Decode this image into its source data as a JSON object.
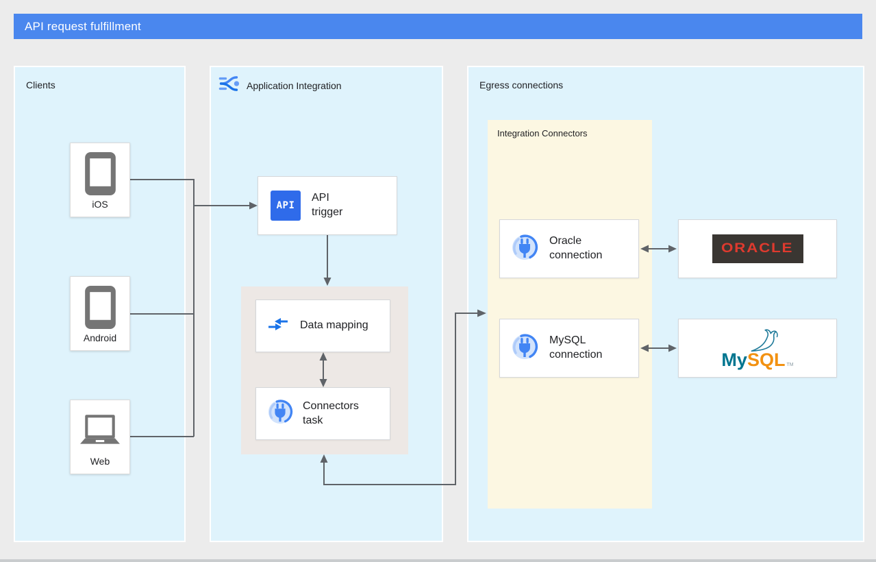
{
  "header": {
    "title": "API request fulfillment"
  },
  "panels": {
    "clients": {
      "label": "Clients",
      "items": [
        {
          "id": "ios",
          "label": "iOS",
          "icon": "smartphone-icon"
        },
        {
          "id": "android",
          "label": "Android",
          "icon": "smartphone-icon"
        },
        {
          "id": "web",
          "label": "Web",
          "icon": "laptop-icon"
        }
      ]
    },
    "application_integration": {
      "label": "Application Integration",
      "icon": "application-integration-icon",
      "nodes": {
        "api_trigger": {
          "label": "API trigger",
          "icon_text": "API",
          "icon": "api-chip-icon"
        },
        "data_mapping": {
          "label": "Data mapping",
          "icon": "data-mapping-icon"
        },
        "connectors_task": {
          "label": "Connectors task",
          "icon": "connectors-icon"
        }
      }
    },
    "egress": {
      "label": "Egress connections",
      "integration_connectors": {
        "label": "Integration Connectors",
        "nodes": {
          "oracle_connection": {
            "label": "Oracle connection",
            "icon": "connectors-icon"
          },
          "mysql_connection": {
            "label": "MySQL connection",
            "icon": "connectors-icon"
          }
        }
      },
      "targets": {
        "oracle": {
          "label": "ORACLE"
        },
        "mysql": {
          "my": "My",
          "sql": "SQL",
          "tm": "TM"
        }
      }
    }
  },
  "edges": [
    {
      "from": "ios",
      "to": "client-junction",
      "type": "line"
    },
    {
      "from": "android",
      "to": "client-junction",
      "type": "line"
    },
    {
      "from": "web",
      "to": "client-junction",
      "type": "line"
    },
    {
      "from": "client-junction",
      "to": "api_trigger",
      "type": "arrow"
    },
    {
      "from": "api_trigger",
      "to": "data_mapping",
      "type": "arrow"
    },
    {
      "from": "data_mapping",
      "to": "connectors_task",
      "type": "bidirectional-arrow"
    },
    {
      "from": "connectors_task",
      "to": "integration_connectors",
      "type": "bidirectional-arrow"
    },
    {
      "from": "oracle_connection",
      "to": "oracle_database",
      "type": "bidirectional-arrow"
    },
    {
      "from": "mysql_connection",
      "to": "mysql_database",
      "type": "bidirectional-arrow"
    }
  ],
  "colors": {
    "header_blue": "#4A87EE",
    "panel_blue": "#DFF3FC",
    "connectors_yellow": "#FCF7E2",
    "task_gray": "#EDE8E5",
    "edge_gray": "#5F6368",
    "oracle_red": "#DF3A2E",
    "oracle_dark": "#3A3632",
    "mysql_teal": "#00758F",
    "mysql_orange": "#F29111",
    "google_blue": "#4285F4"
  }
}
